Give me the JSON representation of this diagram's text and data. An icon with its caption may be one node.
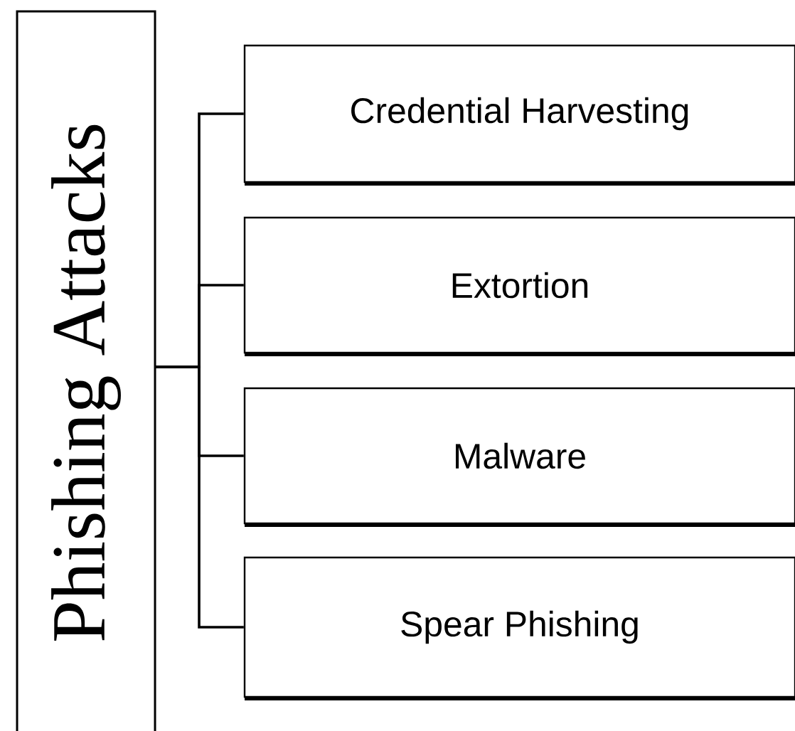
{
  "diagram": {
    "nodes": [
      {
        "text": [
          "Phishing Attacks"
        ]
      },
      {
        "text": [
          "Credential Harvesting"
        ]
      },
      {
        "text": [
          "Extortion"
        ]
      },
      {
        "text": [
          "Malware"
        ]
      },
      {
        "text": [
          "Spear Phishing"
        ]
      }
    ],
    "edges": [
      {
        "from": 0,
        "to": 1,
        "arrow": "none"
      },
      {
        "from": 0,
        "to": 2,
        "arrow": "none"
      },
      {
        "from": 0,
        "to": 3,
        "arrow": "none"
      },
      {
        "from": 0,
        "to": 4,
        "arrow": "none"
      }
    ]
  }
}
